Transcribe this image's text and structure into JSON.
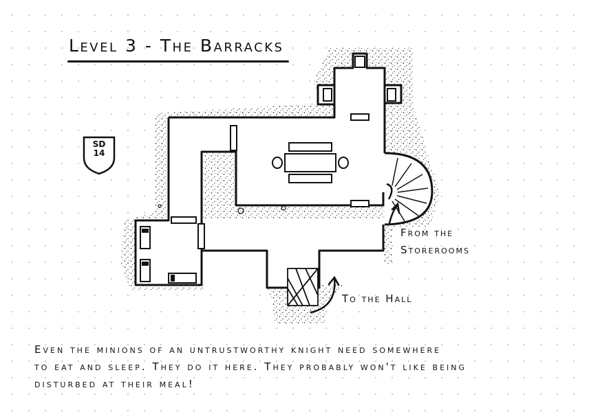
{
  "title": "Level 3 - The Barracks",
  "badge": {
    "line1": "SD",
    "line2": "14"
  },
  "labels": {
    "from_storerooms_line1": "From the",
    "from_storerooms_line2": "Storerooms",
    "to_hall": "To the Hall"
  },
  "description": {
    "line1": "Even the minions of an untrustworthy knight need somewhere",
    "line2": "to eat and sleep. They do it here. They probably won't like being",
    "line3": "disturbed at their meal!"
  },
  "colors": {
    "ink": "#111111",
    "paper": "#ffffff",
    "grid_dot": "#c9c9c9"
  }
}
